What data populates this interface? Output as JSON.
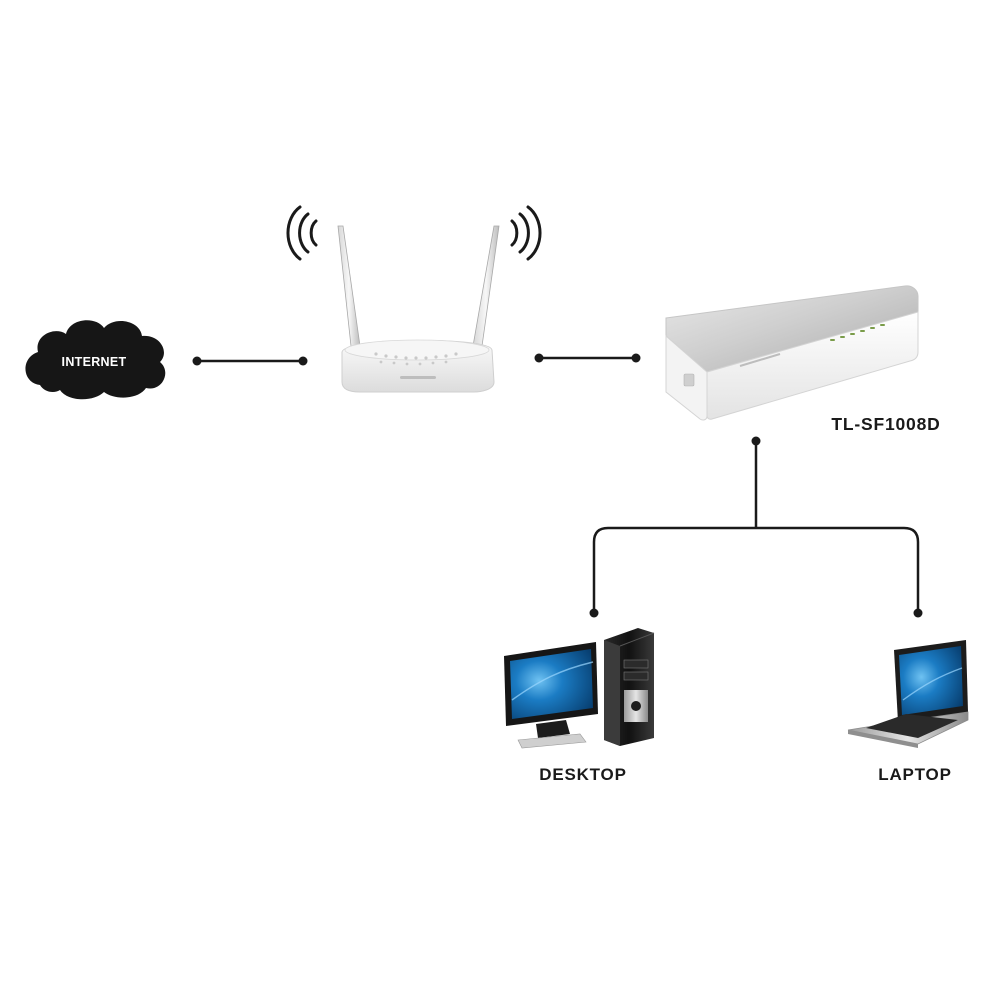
{
  "nodes": {
    "internet": {
      "label": "INTERNET"
    },
    "switch": {
      "label": "TL-SF1008D"
    },
    "desktop": {
      "label": "DESKTOP"
    },
    "laptop": {
      "label": "LAPTOP"
    }
  },
  "colors": {
    "line": "#1a1a1a",
    "cloud": "#161616",
    "cloud_text": "#ffffff",
    "label": "#1a1a1a",
    "device_white": "#f2f2f2",
    "device_grey": "#bdbdbd",
    "screen_blue": "#0b5fa8"
  },
  "icons": [
    "cloud-icon",
    "router-icon",
    "wifi-signal-icon",
    "switch-icon",
    "desktop-computer-icon",
    "laptop-icon"
  ]
}
